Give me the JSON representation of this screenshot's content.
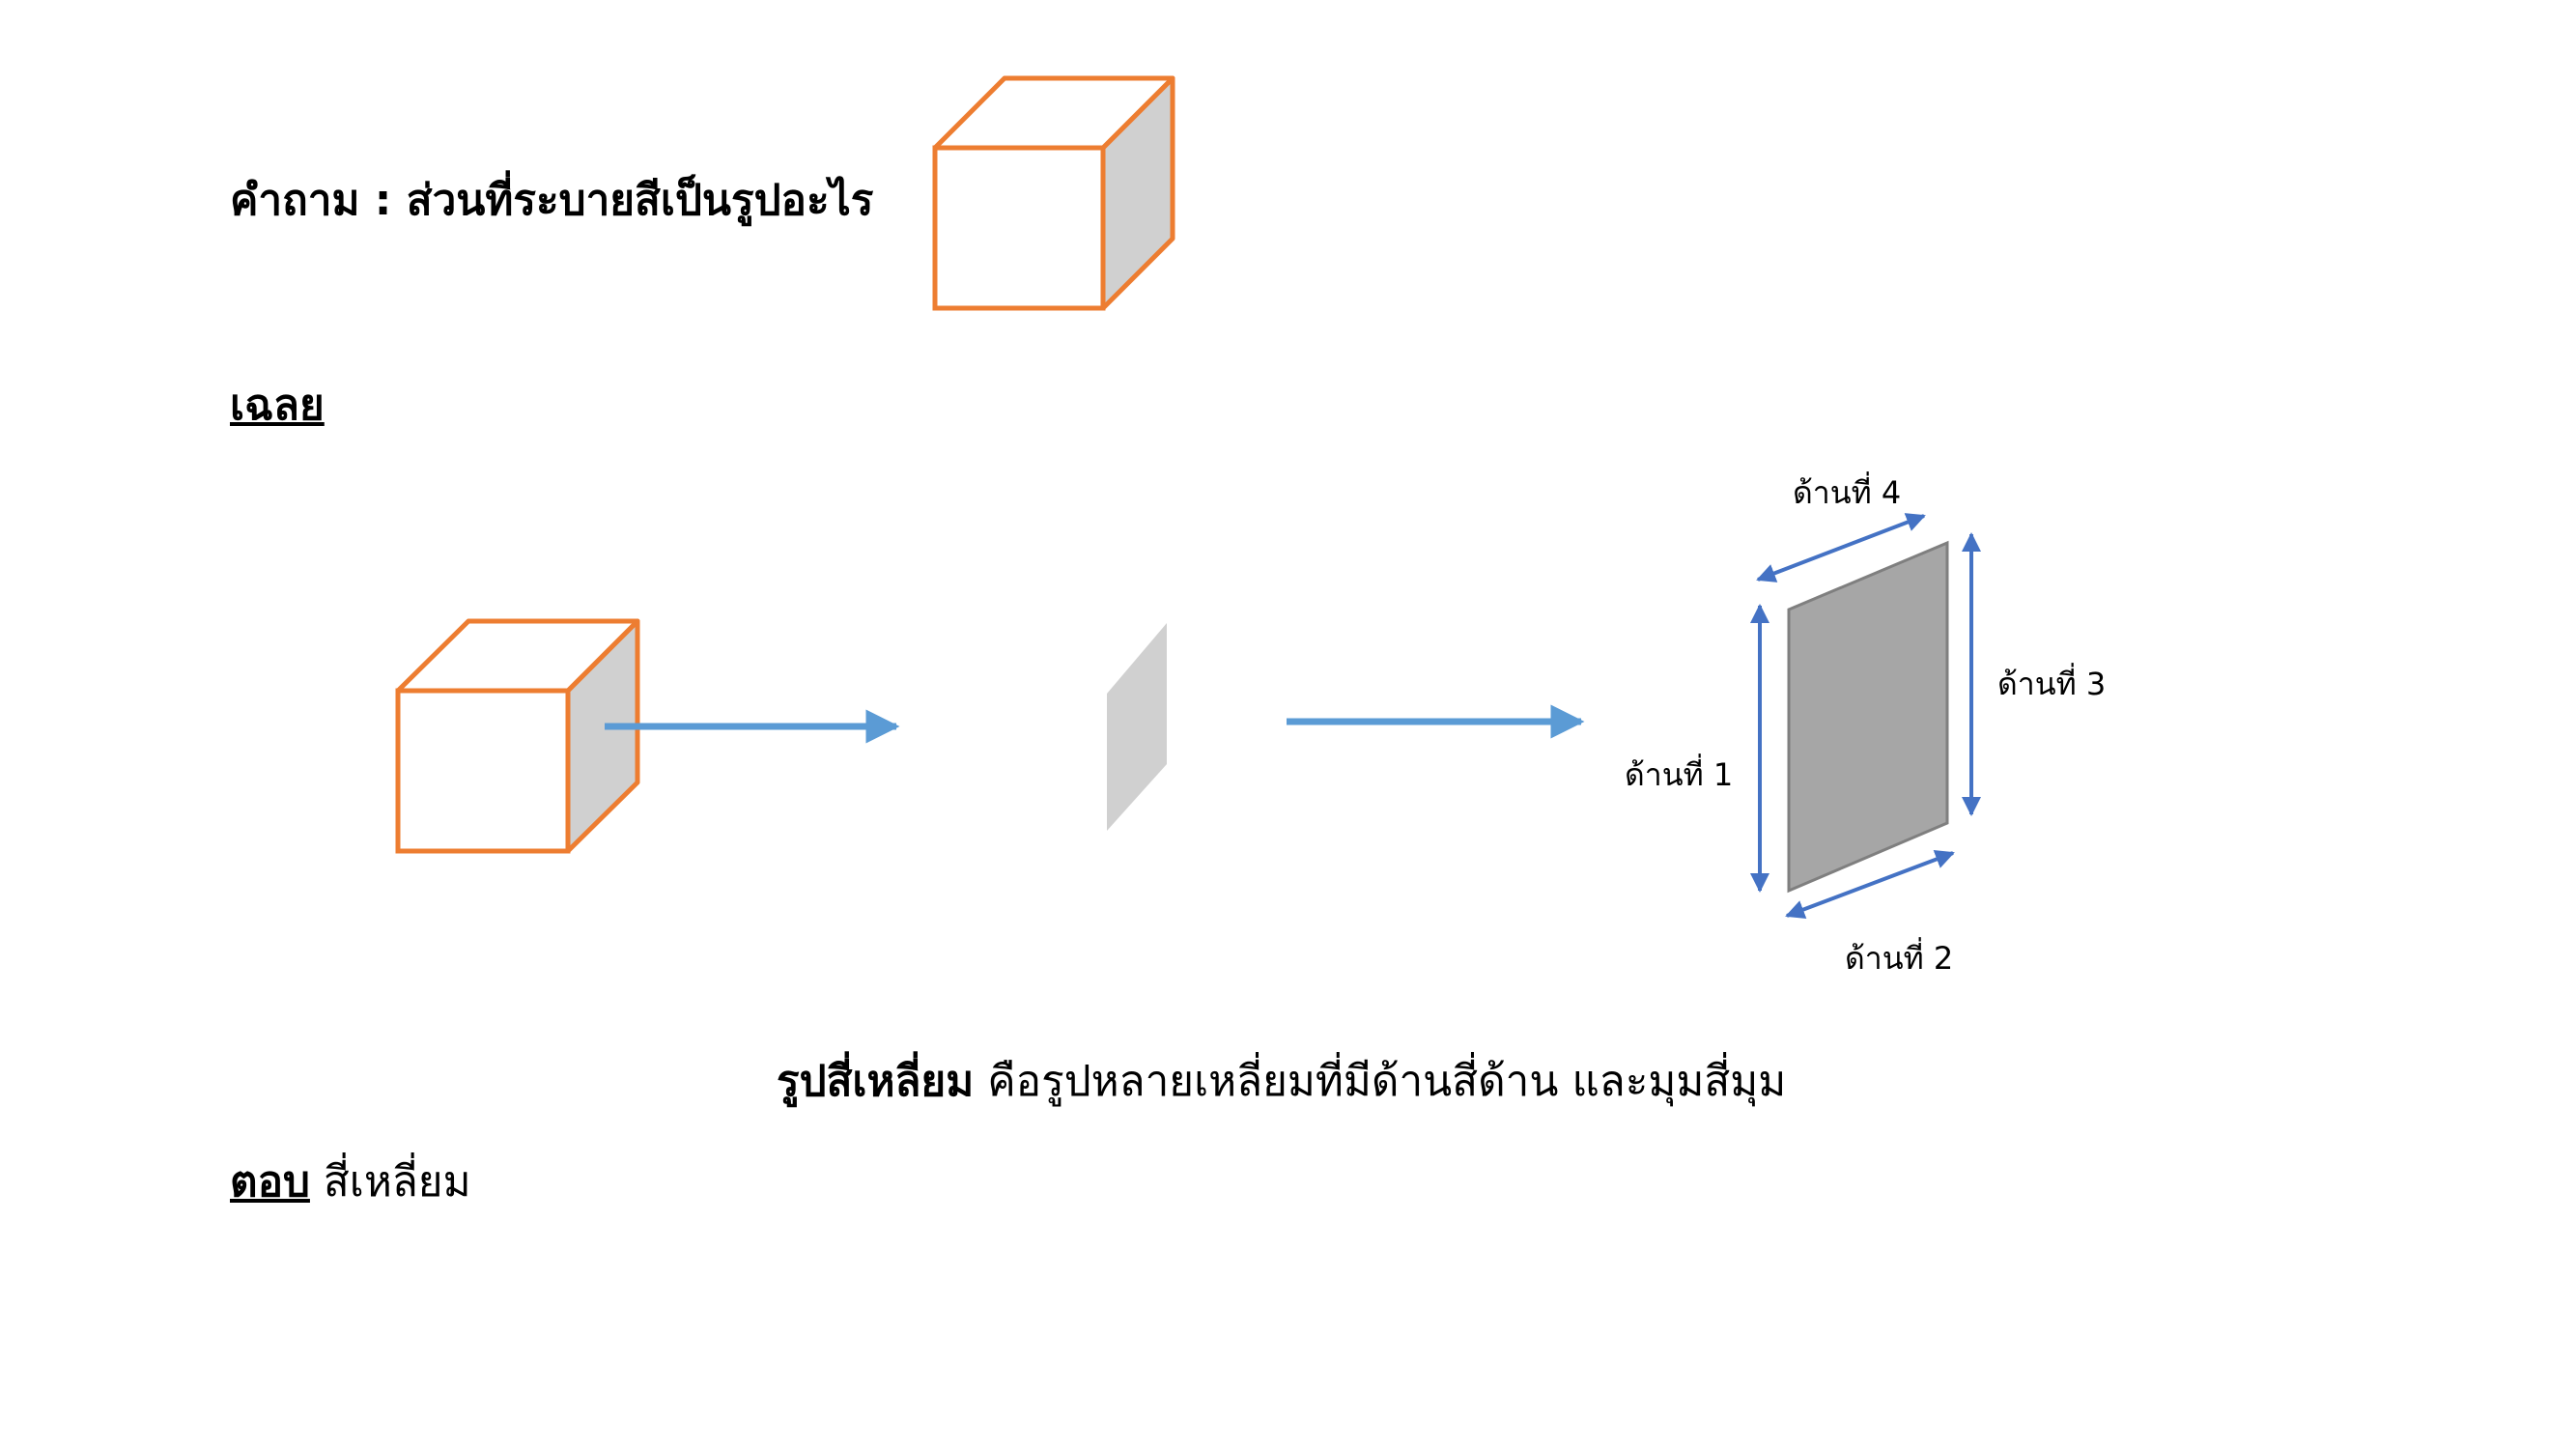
{
  "question": {
    "text": "คำถาม :  ส่วนที่ระบายสีเป็นรูปอะไร"
  },
  "answer_heading": "เฉลย",
  "diagram": {
    "side_labels": [
      "ด้านที่ 1",
      "ด้านที่ 2",
      "ด้านที่ 3",
      "ด้านที่ 4"
    ],
    "colors": {
      "cube_outline": "#ED7D31",
      "shaded_face_light": "#D0D0D0",
      "shaded_face_dark": "#A6A6A6",
      "arrow": "#5B9BD5",
      "dimension_arrow": "#4472C4"
    }
  },
  "definition": {
    "term": "รูปสี่เหลี่ยม",
    "rest": " คือรูปหลายเหลี่ยมที่มีด้านสี่ด้าน และมุมสี่มุม"
  },
  "final_answer": {
    "label": "ตอบ",
    "value": " สี่เหลี่ยม"
  }
}
